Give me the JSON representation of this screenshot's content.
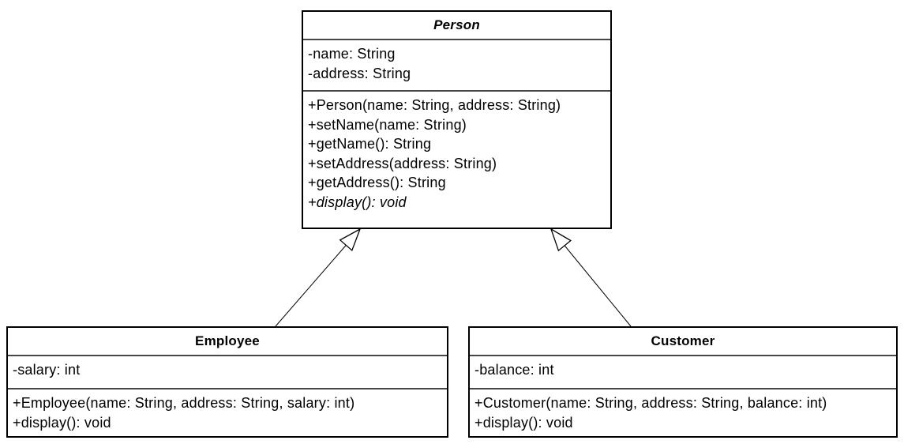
{
  "diagram": {
    "type": "uml-class-diagram",
    "colors": {
      "shape_fill": "#ffffff",
      "shape_stroke": "#000000",
      "separator_stroke": "#474747",
      "text": "#000000",
      "background": "#ffffff"
    },
    "classes": [
      {
        "name": "Person",
        "abstract": true,
        "attributes": [
          "-name: String",
          "-address: String"
        ],
        "methods": [
          "+Person(name: String, address: String)",
          "+setName(name: String)",
          "+getName(): String",
          "+setAddress(address: String)",
          "+getAddress(): String",
          "+display(): void"
        ],
        "abstract_methods": [
          "+display(): void"
        ]
      },
      {
        "name": "Employee",
        "abstract": false,
        "attributes": [
          "-salary: int"
        ],
        "methods": [
          "+Employee(name: String, address: String, salary: int)",
          "+display(): void"
        ]
      },
      {
        "name": "Customer",
        "abstract": false,
        "attributes": [
          "-balance: int"
        ],
        "methods": [
          "+Customer(name: String, address: String, balance: int)",
          "+display(): void"
        ]
      }
    ],
    "relations": [
      {
        "type": "generalization",
        "from": "Employee",
        "to": "Person"
      },
      {
        "type": "generalization",
        "from": "Customer",
        "to": "Person"
      }
    ]
  }
}
